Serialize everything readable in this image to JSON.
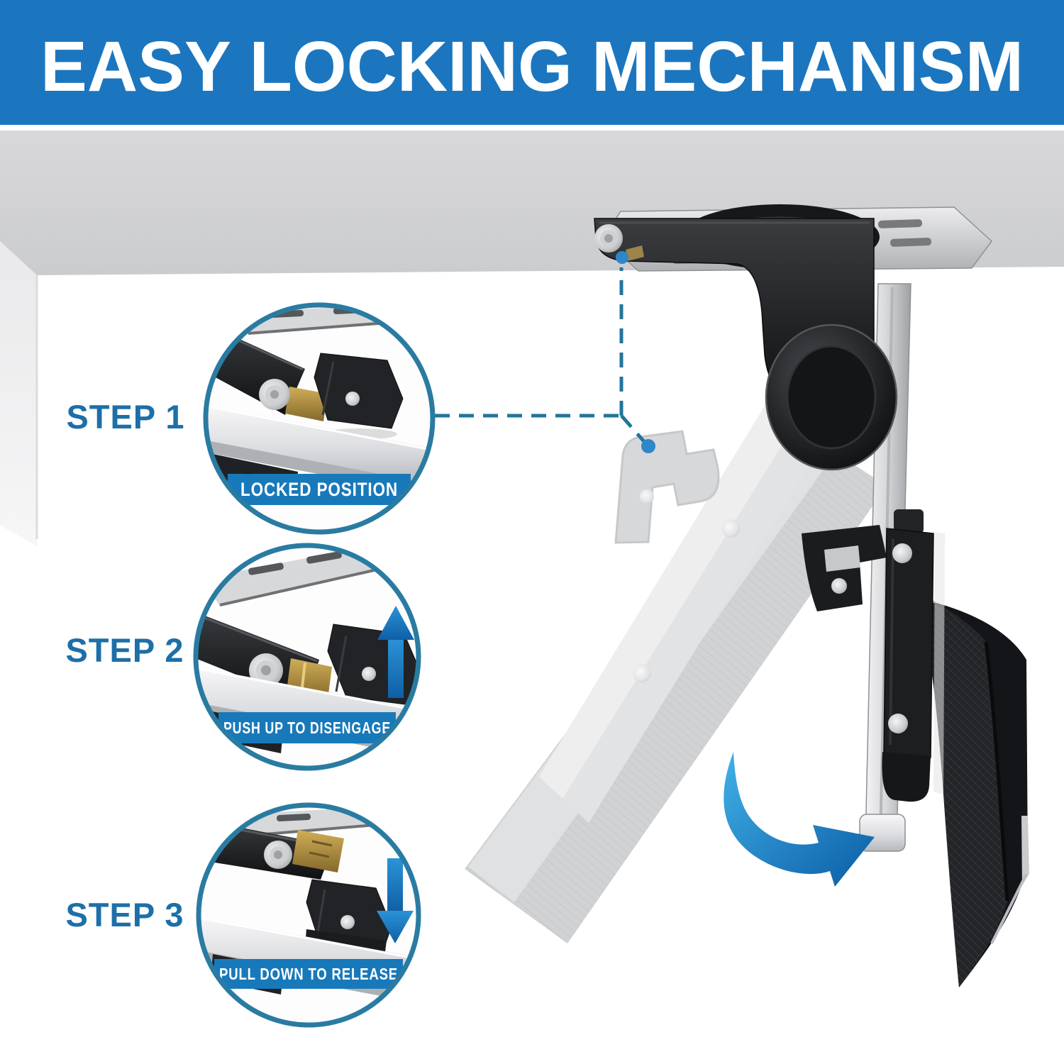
{
  "header": {
    "title": "EASY LOCKING MECHANISM"
  },
  "steps": [
    {
      "label": "STEP 1",
      "caption": "LOCKED POSITION",
      "arrow": "none"
    },
    {
      "label": "STEP 2",
      "caption": "PUSH UP TO DISENGAGE",
      "arrow": "up-arrow"
    },
    {
      "label": "STEP 3",
      "caption": "PULL DOWN TO RELEASE",
      "arrow": "down-arrow"
    }
  ],
  "icons": {
    "rotation": "curved-rotation-arrow",
    "connector": "dashed-leader-line",
    "lock_points": "blue-dot-markers"
  },
  "colors": {
    "header_bg": "#1b76bf",
    "banner_bg": "#1879ba",
    "step_label": "#1d6fa8",
    "circle_ring": "#2a7ba2",
    "arrow_blue": "#1b7fc0",
    "connector_blue": "#23759c",
    "ceiling_gray": "#d2d3d5",
    "wall_gray": "#ededef",
    "background": "#ffffff"
  }
}
